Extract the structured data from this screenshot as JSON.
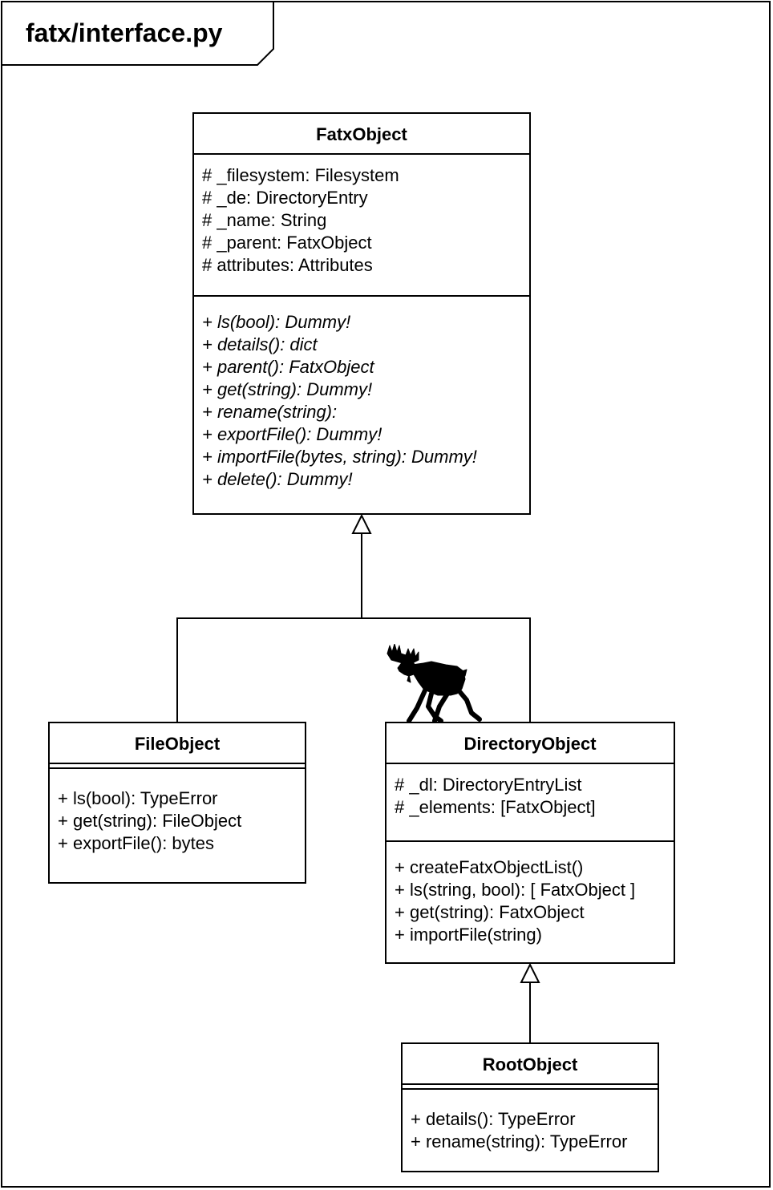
{
  "package": {
    "title": "fatx/interface.py"
  },
  "classes": {
    "fatx_object": {
      "name": "FatxObject",
      "attributes": [
        "# _filesystem: Filesystem",
        "# _de: DirectoryEntry",
        "# _name: String",
        "# _parent: FatxObject",
        "# attributes: Attributes"
      ],
      "methods": [
        "+ ls(bool): Dummy!",
        "+ details(): dict",
        "+ parent(): FatxObject",
        "+ get(string): Dummy!",
        "+ rename(string):",
        "+ exportFile(): Dummy!",
        "+ importFile(bytes, string): Dummy!",
        "+ delete(): Dummy!"
      ]
    },
    "file_object": {
      "name": "FileObject",
      "attributes": [],
      "methods": [
        "+ ls(bool): TypeError",
        "+ get(string): FileObject",
        "+ exportFile(): bytes"
      ]
    },
    "directory_object": {
      "name": "DirectoryObject",
      "attributes": [
        "# _dl: DirectoryEntryList",
        "# _elements: [FatxObject]"
      ],
      "methods": [
        "+ createFatxObjectList()",
        "+ ls(string, bool): [ FatxObject ]",
        "+ get(string): FatxObject",
        "+ importFile(string)"
      ]
    },
    "root_object": {
      "name": "RootObject",
      "attributes": [],
      "methods": [
        "+ details(): TypeError",
        "+ rename(string): TypeError"
      ]
    }
  },
  "relations": [
    {
      "type": "generalization",
      "from": "FileObject",
      "to": "FatxObject"
    },
    {
      "type": "generalization",
      "from": "DirectoryObject",
      "to": "FatxObject"
    },
    {
      "type": "generalization",
      "from": "RootObject",
      "to": "DirectoryObject"
    }
  ],
  "decoration": {
    "icon": "moose-icon",
    "color": "#000000"
  }
}
